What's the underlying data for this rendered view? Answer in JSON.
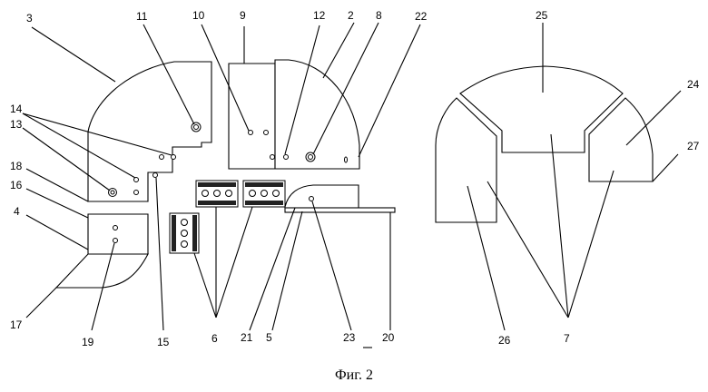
{
  "caption": "Фиг. 2",
  "labels": {
    "l2": "2",
    "l3": "3",
    "l4": "4",
    "l5": "5",
    "l6": "6",
    "l7": "7",
    "l8": "8",
    "l9": "9",
    "l10": "10",
    "l11": "11",
    "l12": "12",
    "l13": "13",
    "l14": "14",
    "l15": "15",
    "l16": "16",
    "l17": "17",
    "l18": "18",
    "l19": "19",
    "l20": "20",
    "l21": "21",
    "l22": "22",
    "l23": "23",
    "l24": "24",
    "l25": "25",
    "l26": "26",
    "l27": "27"
  }
}
